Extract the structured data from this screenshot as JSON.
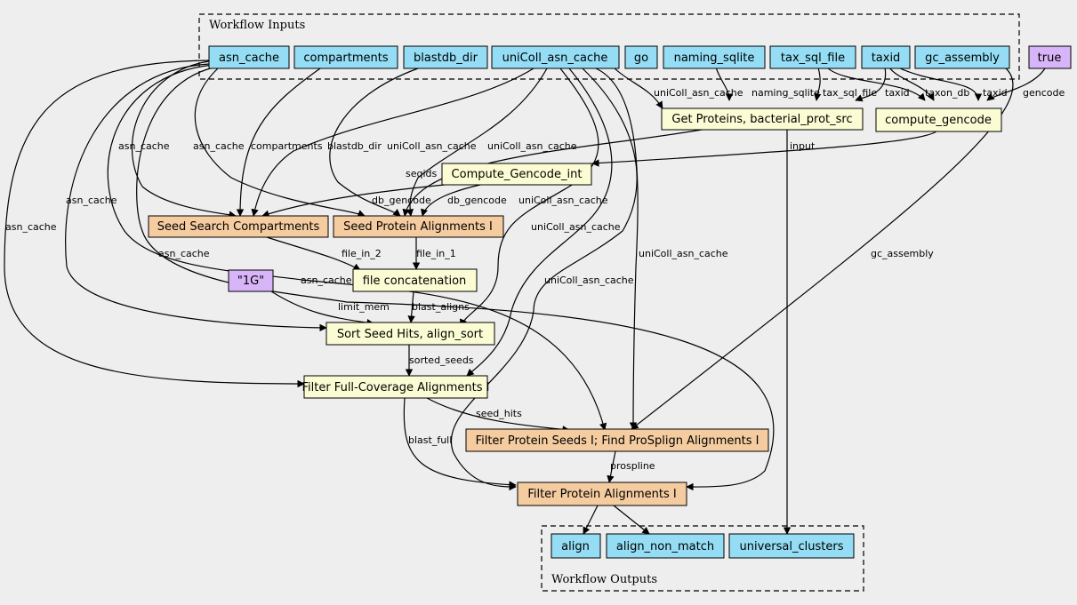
{
  "clusters": {
    "inputs_label": "Workflow Inputs",
    "outputs_label": "Workflow Outputs"
  },
  "colors": {
    "input": "#94ddf4",
    "constant": "#d8b4f8",
    "step": "#fcfcd4",
    "subworkflow": "#f4cca0",
    "output": "#94ddf4"
  },
  "nodes": {
    "asn_cache": "asn_cache",
    "compartments": "compartments",
    "blastdb_dir": "blastdb_dir",
    "uniColl_asn_cache": "uniColl_asn_cache",
    "go": "go",
    "naming_sqlite": "naming_sqlite",
    "tax_sql_file": "tax_sql_file",
    "taxid": "taxid",
    "gc_assembly": "gc_assembly",
    "true_const": "true",
    "get_proteins": "Get Proteins, bacterial_prot_src",
    "compute_gencode": "compute_gencode",
    "compute_gencode_int": "Compute_Gencode_int",
    "seed_search_compartments": "Seed Search Compartments",
    "seed_protein_alignments": "Seed Protein Alignments I",
    "mem_const": "\"1G\"",
    "file_concatenation": "file concatenation",
    "sort_seed_hits": "Sort Seed Hits, align_sort",
    "filter_full_coverage": "Filter Full-Coverage Alignments I",
    "filter_protein_seeds": "Filter Protein Seeds I; Find ProSplign Alignments I",
    "filter_protein_alignments": "Filter Protein Alignments I",
    "align": "align",
    "align_non_match": "align_non_match",
    "universal_clusters": "universal_clusters"
  },
  "edge_labels": {
    "e_unicoll_getprot": "uniColl_asn_cache",
    "e_naming_getprot": "naming_sqlite",
    "e_taxsql_getprot": "tax_sql_file",
    "e_taxid_getprot": "taxid",
    "e_taxdb_gencode": "taxon_db",
    "e_taxid_gencode": "taxid",
    "e_true_gencode": "gencode",
    "e_input": "input",
    "e_seqids": "seqids",
    "e_asn_ssc": "asn_cache",
    "e_asn_spa": "asn_cache",
    "e_comp_ssc": "compartments",
    "e_blastdb_spa": "blastdb_dir",
    "e_unicoll_ssc": "uniColl_asn_cache",
    "e_unicoll_spa": "uniColl_asn_cache",
    "e_dbgen_ssc": "db_gencode",
    "e_dbgen_spa": "db_gencode",
    "e_asn_sort": "asn_cache",
    "e_asn_ffc": "asn_cache",
    "e_asn_fpa": "asn_cache",
    "e_asn_fps": "asn_cache",
    "e_unicoll_sort": "uniColl_asn_cache",
    "e_unicoll_ffc": "uniColl_asn_cache",
    "e_unicoll_fpa": "uniColl_asn_cache",
    "e_unicoll_fps": "uniColl_asn_cache",
    "e_gc_fps": "gc_assembly",
    "e_file_in_2": "file_in_2",
    "e_file_in_1": "file_in_1",
    "e_limit_mem": "limit_mem",
    "e_blast_aligns": "blast_aligns",
    "e_sorted_seeds": "sorted_seeds",
    "e_seed_hits": "seed_hits",
    "e_blast_full": "blast_full",
    "e_prospline": "prospline"
  }
}
